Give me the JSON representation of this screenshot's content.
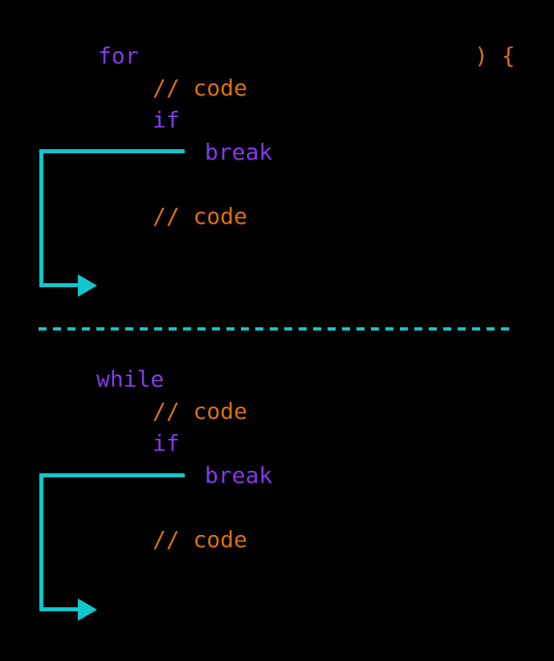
{
  "colors": {
    "background": "#000000",
    "keyword_purple": "#8639E8",
    "code_orange": "#DA700E",
    "arrow_cyan": "#0FC7CE"
  },
  "for_block": {
    "keyword": "for",
    "loop_close": ") {",
    "comment_1": "// code",
    "if_keyword": "if",
    "break_keyword": "break",
    "comment_2": "// code"
  },
  "while_block": {
    "keyword": "while",
    "comment_1": "// code",
    "if_keyword": "if",
    "break_keyword": "break",
    "comment_2": "// code"
  }
}
